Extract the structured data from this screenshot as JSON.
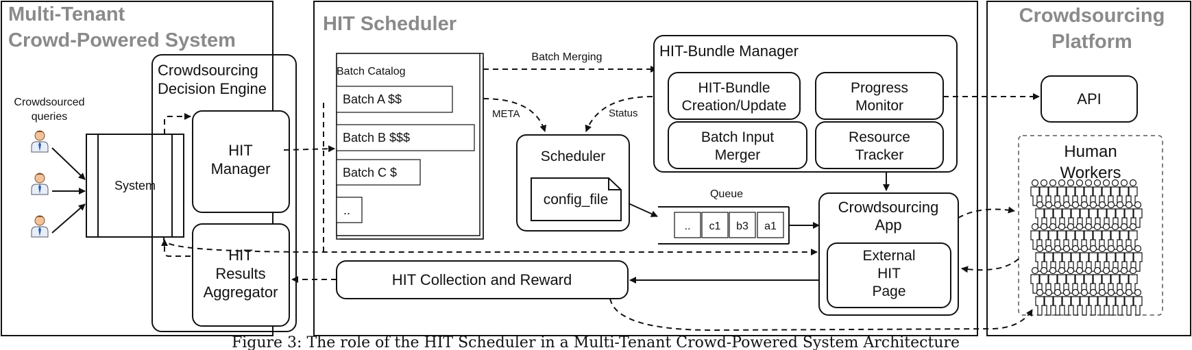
{
  "panels": {
    "left": {
      "title_line1": "Multi-Tenant",
      "title_line2": "Crowd-Powered System"
    },
    "middle": {
      "title": "HIT Scheduler"
    },
    "right": {
      "title_line1": "Crowdsourcing",
      "title_line2": "Platform"
    }
  },
  "left": {
    "queries_line1": "Crowdsourced",
    "queries_line2": "queries",
    "system": "System",
    "engine_line1": "Crowdsourcing",
    "engine_line2": "Decision Engine",
    "hit_manager_line1": "HIT",
    "hit_manager_line2": "Manager",
    "aggregator_line1": "HIT",
    "aggregator_line2": "Results",
    "aggregator_line3": "Aggregator"
  },
  "scheduler": {
    "catalog_title": "Batch Catalog",
    "batches": [
      "Batch A $$",
      "Batch B $$$",
      "Batch C $",
      ".."
    ],
    "batch_merging": "Batch Merging",
    "meta": "META",
    "status": "Status",
    "scheduler": "Scheduler",
    "config_file": "config_file",
    "queue_label": "Queue",
    "queue_items": [
      "..",
      "c1",
      "b3",
      "a1"
    ],
    "bundle_manager": "HIT-Bundle Manager",
    "bundle_creation_line1": "HIT-Bundle",
    "bundle_creation_line2": "Creation/Update",
    "progress_line1": "Progress",
    "progress_line2": "Monitor",
    "merger_line1": "Batch Input",
    "merger_line2": "Merger",
    "tracker_line1": "Resource",
    "tracker_line2": "Tracker",
    "app_line1": "Crowdsourcing",
    "app_line2": "App",
    "external_line1": "External",
    "external_line2": "HIT",
    "external_line3": "Page",
    "collection": "HIT Collection and Reward"
  },
  "platform": {
    "api": "API",
    "workers_line1": "Human",
    "workers_line2": "Workers"
  },
  "caption": "Figure 3: The role of the HIT Scheduler in a Multi-Tenant Crowd-Powered System Architecture"
}
